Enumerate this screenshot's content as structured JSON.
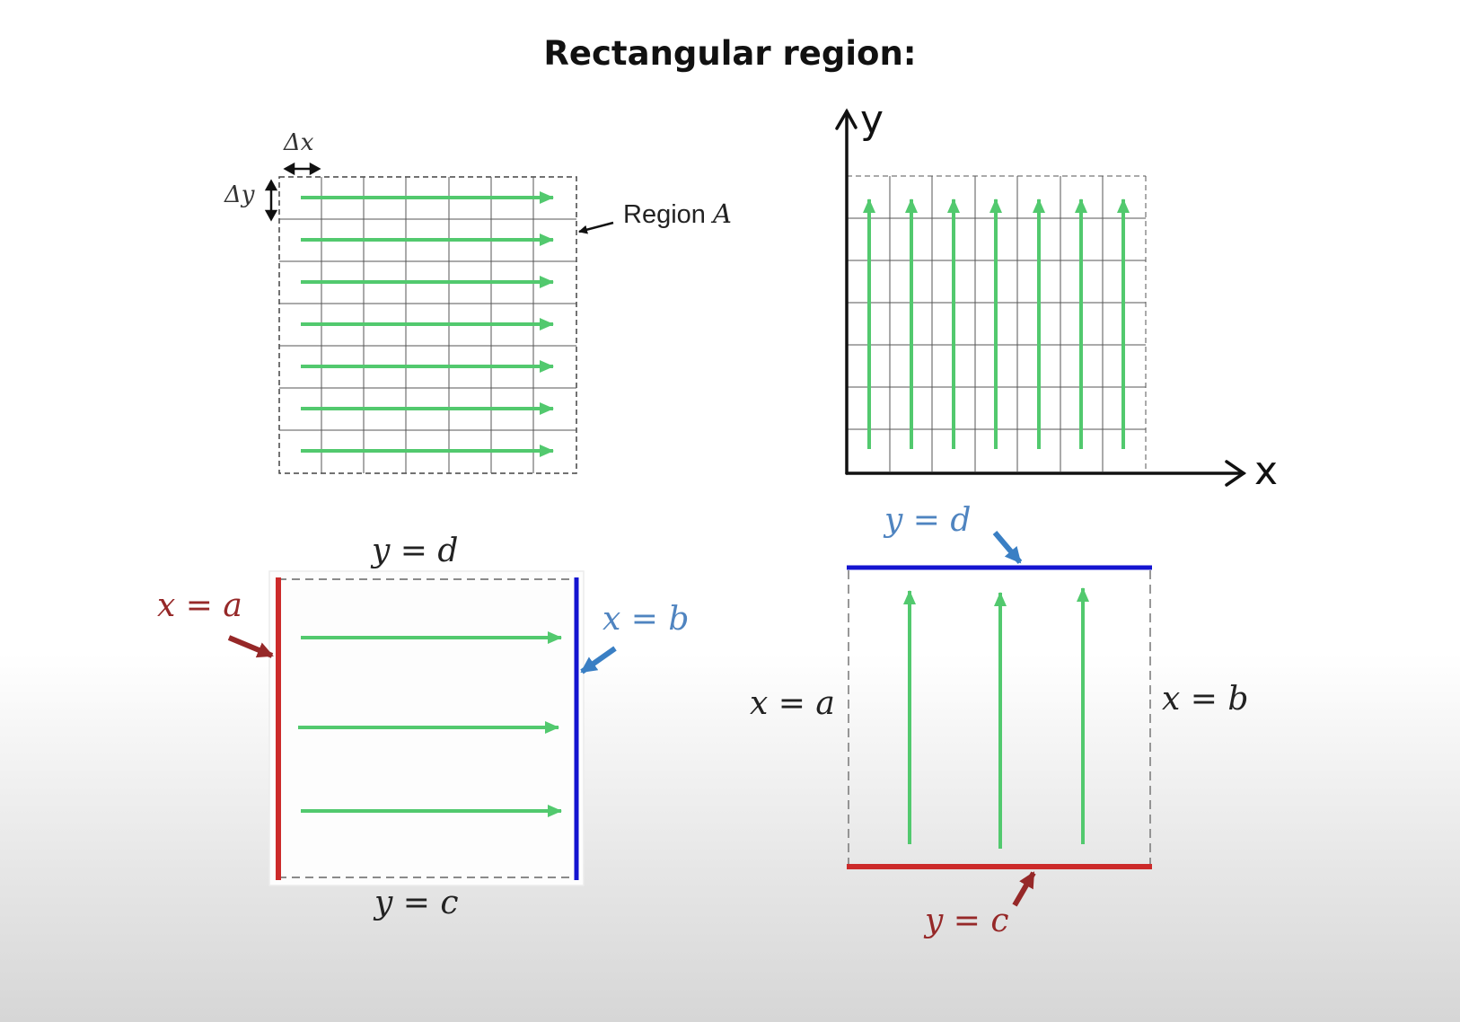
{
  "title": "Rectangular region:",
  "panel_top_left": {
    "dx_label": "Δx",
    "dy_label": "Δy",
    "region_label": "Region",
    "region_var": "A"
  },
  "panel_top_right": {
    "y_axis_label": "y",
    "x_axis_label": "x"
  },
  "panel_bottom_left": {
    "top_label": "y = d",
    "bottom_label": "y = c",
    "left_label": "x = a",
    "right_label": "x = b"
  },
  "panel_bottom_right": {
    "top_label": "y = d",
    "bottom_label": "y = c",
    "left_label": "x = a",
    "right_label": "x = b"
  },
  "colors": {
    "green_arrow": "#52c96e",
    "red_bound": "#b02a2a",
    "blue_bound": "#1414d0",
    "label_red": "#962828",
    "label_blue": "#4f84c0",
    "arrow_blue": "#3a7fc4"
  }
}
